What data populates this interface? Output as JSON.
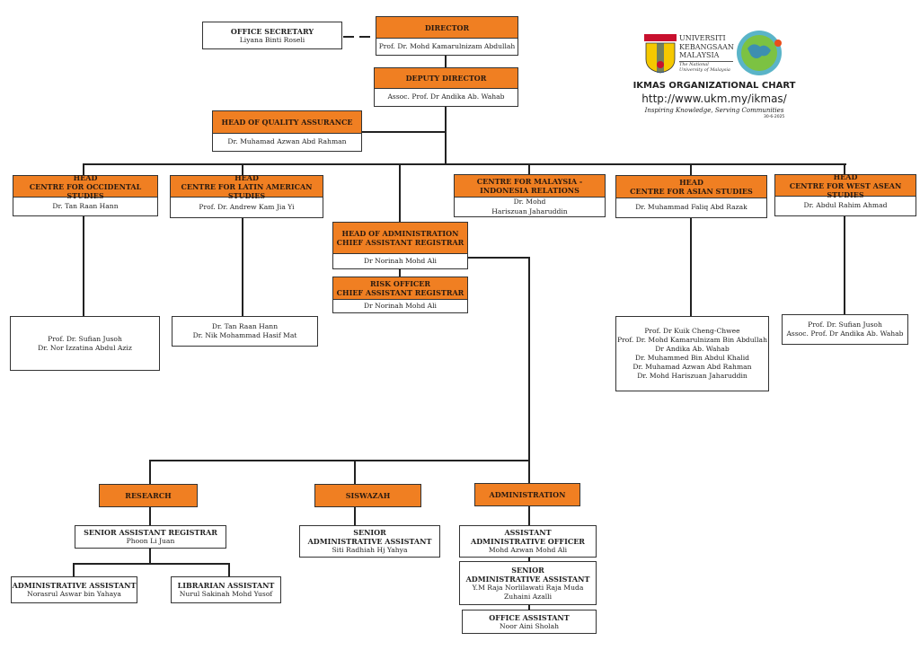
{
  "header": {
    "title": "IKMAS ORGANIZATIONAL CHART",
    "url": "http://www.ukm.my/ikmas/",
    "tagline": "Inspiring Knowledge, Serving Communities",
    "date": "30-6-2025",
    "logo_text": [
      "UNIVERSITI",
      "KEBANGSAAN",
      "MALAYSIA",
      "The National University of Malaysia"
    ]
  },
  "colors": {
    "accent": "#f07f22",
    "line": "#222222"
  },
  "office_secretary": {
    "title": "OFFICE SECRETARY",
    "name": "Liyana Binti Roseli"
  },
  "director": {
    "title": "DIRECTOR",
    "name": "Prof. Dr. Mohd Kamarulnizam Abdullah"
  },
  "deputy_director": {
    "title": "DEPUTY DIRECTOR",
    "name": "Assoc. Prof. Dr Andika Ab. Wahab"
  },
  "quality_assurance": {
    "title": "HEAD OF QUALITY ASSURANCE",
    "name": "Dr. Muhamad Azwan Abd Rahman"
  },
  "centres": [
    {
      "title": [
        "HEAD",
        "CENTRE FOR OCCIDENTAL STUDIES"
      ],
      "name": [
        "Dr. Tan Raan Hann"
      ],
      "members": [
        "Prof. Dr. Sufian Jusoh",
        "Dr. Nor Izzatina Abdul Aziz"
      ]
    },
    {
      "title": [
        "HEAD",
        "CENTRE FOR LATIN AMERICAN STUDIES"
      ],
      "name": [
        "Prof. Dr. Andrew Kam Jia Yi"
      ],
      "members": [
        "Dr. Tan Raan Hann",
        "Dr. Nik Mohammad Hasif Mat"
      ]
    },
    {
      "title": [
        "CENTRE FOR MALAYSIA -",
        "INDONESIA RELATIONS"
      ],
      "name": [
        "Dr. Mohd",
        "Hariszuan Jaharuddin"
      ]
    },
    {
      "title": [
        "HEAD",
        "CENTRE FOR ASIAN STUDIES"
      ],
      "name": [
        "Dr. Muhammad Faliq Abd Razak"
      ],
      "members": [
        "Prof. Dr Kuik Cheng-Chwee",
        "Prof. Dr. Mohd Kamarulnizam Bin Abdullah",
        "Dr Andika Ab. Wahab",
        "Dr. Muhammed Bin Abdul Khalid",
        "Dr. Muhamad Azwan Abd Rahman",
        "Dr. Mohd Hariszuan Jaharuddin"
      ]
    },
    {
      "title": [
        "HEAD",
        "CENTRE FOR WEST ASEAN STUDIES"
      ],
      "name": [
        "Dr. Abdul Rahim Ahmad"
      ],
      "members": [
        "Prof. Dr. Sufian Jusoh",
        "Assoc. Prof. Dr Andika Ab. Wahab"
      ]
    }
  ],
  "head_admin": {
    "title": [
      "HEAD OF ADMINISTRATION",
      "CHIEF ASSISTANT REGISTRAR"
    ],
    "name": "Dr Norinah Mohd Ali"
  },
  "risk_officer": {
    "title": [
      "RISK OFFICER",
      "CHIEF ASSISTANT REGISTRAR"
    ],
    "name": "Dr Norinah Mohd Ali"
  },
  "units": {
    "research": {
      "label": "RESEARCH",
      "senior": {
        "title": "SENIOR ASSISTANT REGISTRAR",
        "name": "Phoon Li Juan"
      },
      "admin_assistant": {
        "title": "ADMINISTRATIVE ASSISTANT",
        "name": "Norasrul Aswar bin Yahaya"
      },
      "librarian": {
        "title": "LIBRARIAN ASSISTANT",
        "name": "Nurul Sakinah Mohd Yusof"
      }
    },
    "siswazah": {
      "label": "SISWAZAH",
      "senior": {
        "title": [
          "SENIOR",
          "ADMINISTRATIVE ASSISTANT"
        ],
        "name": "Siti Radhiah Hj Yahya"
      }
    },
    "administration": {
      "label": "ADMINISTRATION",
      "officer": {
        "title": [
          "ASSISTANT",
          "ADMINISTRATIVE OFFICER"
        ],
        "name": "Mohd Azwan Mohd Ali"
      },
      "senior": {
        "title": [
          "SENIOR",
          "ADMINISTRATIVE ASSISTANT"
        ],
        "names": [
          "Y.M Raja Norlilawati Raja Muda",
          "Zuhaini Azalli"
        ]
      },
      "office_assistant": {
        "title": "OFFICE ASSISTANT",
        "name": "Noor Aini Sholah"
      }
    }
  }
}
